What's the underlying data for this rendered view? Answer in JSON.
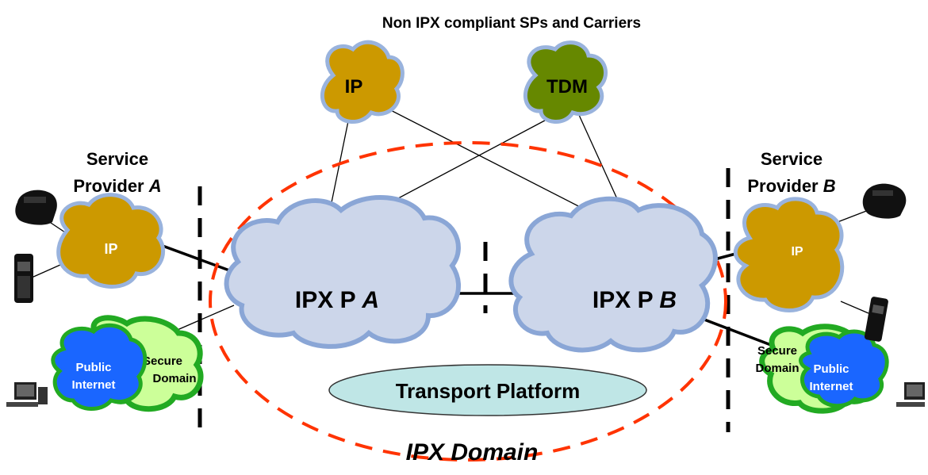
{
  "title": "Non IPX compliant SPs and Carriers",
  "top_clouds": {
    "ip": "IP",
    "tdm": "TDM"
  },
  "provider_a": {
    "label_line1": "Service",
    "label_line2": "Provider",
    "label_letter": "A",
    "ip_cloud": "IP",
    "public_internet_line1": "Public",
    "public_internet_line2": "Internet",
    "secure_domain_line1": "Secure",
    "secure_domain_line2": "Domain"
  },
  "provider_b": {
    "label_line1": "Service",
    "label_line2": "Provider",
    "label_letter": "B",
    "ip_cloud": "IP",
    "public_internet_line1": "Public",
    "public_internet_line2": "Internet",
    "secure_domain_line1": "Secure",
    "secure_domain_line2": "Domain"
  },
  "ipx_a": {
    "label": "IPX P",
    "letter": "A"
  },
  "ipx_b": {
    "label": "IPX P",
    "letter": "B"
  },
  "transport_platform": "Transport Platform",
  "ipx_domain": "IPX Domain",
  "colors": {
    "ip_cloud": "#cc9900",
    "tdm_cloud": "#668800",
    "ipx_cloud": "#ccd6ea",
    "public_internet": "#1a66ff",
    "secure_domain": "#ccff99",
    "domain_ellipse": "#ff3300",
    "transport_platform": "#bfe6e6"
  },
  "icons": [
    "phone-icon",
    "mobile-phone-icon",
    "computer-icon"
  ]
}
